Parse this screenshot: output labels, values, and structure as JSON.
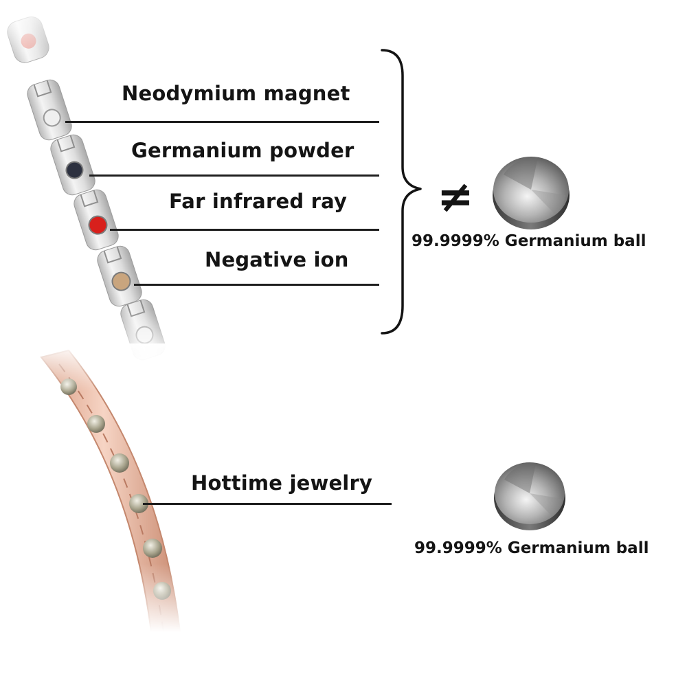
{
  "top_section": {
    "labels": [
      "Neodymium magnet",
      "Germanium powder",
      "Far infrared ray",
      "Negative ion"
    ],
    "not_equal_symbol": "≠",
    "ball_caption": "99.9999% Germanium  ball"
  },
  "bottom_section": {
    "label": "Hottime  jewelry",
    "ball_caption": "99.9999% Germanium  ball"
  },
  "colors": {
    "text": "#141414",
    "silver_link": "#d6d6d6",
    "rose_gold_link": "#e9b9a3",
    "stone_black": "#2d3140",
    "stone_red": "#d8201c",
    "stone_beige": "#c9a57e",
    "germanium_gray": "#8a8a8a"
  },
  "icons": [
    "silver-magnetic-bracelet",
    "rose-gold-bracelet",
    "germanium-disc",
    "curly-brace"
  ]
}
